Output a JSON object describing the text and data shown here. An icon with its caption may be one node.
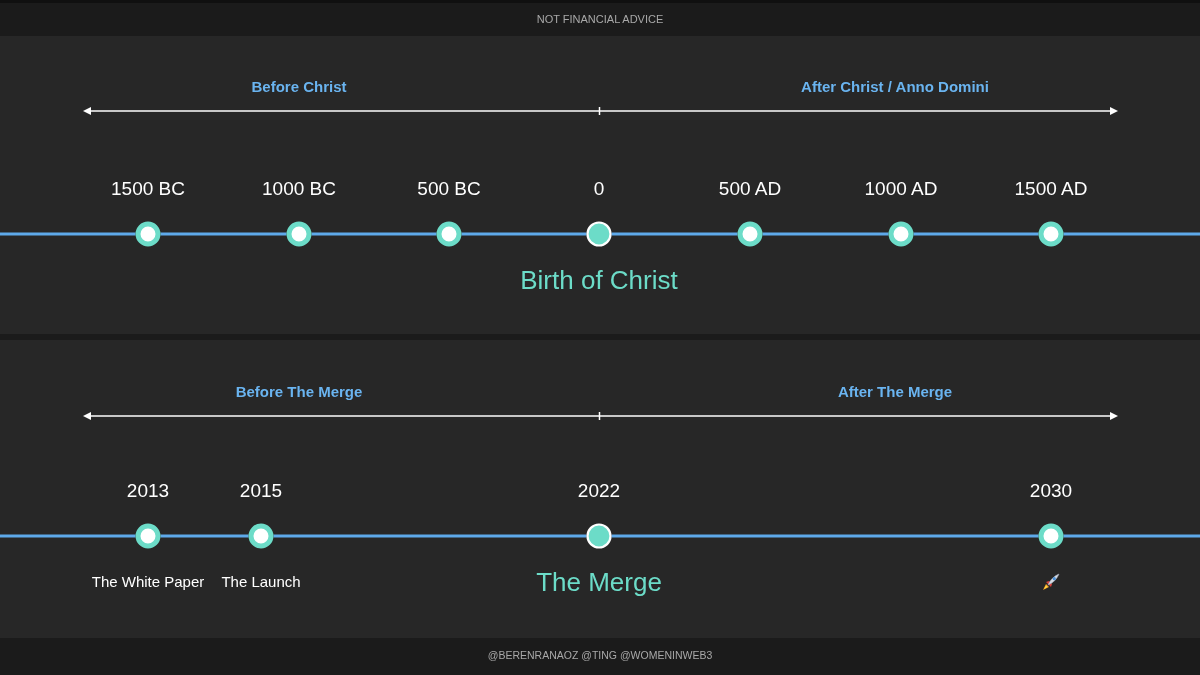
{
  "diagram": {
    "nodes": [
      {
        "text": [],
        "shape": "circle",
        "beside": [
          "1500 BC"
        ]
      },
      {
        "text": [],
        "shape": "circle",
        "beside": [
          "1000 BC"
        ]
      },
      {
        "text": [],
        "shape": "circle",
        "beside": [
          "500 BC"
        ]
      },
      {
        "text": [],
        "shape": "circle",
        "beside": [
          "0",
          "Birth of Christ"
        ]
      },
      {
        "text": [],
        "shape": "circle",
        "beside": [
          "500 AD"
        ]
      },
      {
        "text": [],
        "shape": "circle",
        "beside": [
          "1000 AD"
        ]
      },
      {
        "text": [],
        "shape": "circle",
        "beside": [
          "1500 AD"
        ]
      },
      {
        "text": [],
        "shape": "circle",
        "beside": [
          "2013",
          "The White Paper"
        ]
      },
      {
        "text": [],
        "shape": "circle",
        "beside": [
          "2015",
          "The Launch"
        ]
      },
      {
        "text": [],
        "shape": "circle",
        "beside": [
          "2022",
          "The Merge"
        ]
      },
      {
        "text": [],
        "shape": "circle",
        "beside": [
          "2030"
        ]
      }
    ],
    "edges": [
      {
        "from": null,
        "to": 0,
        "arrow": "none"
      },
      {
        "from": 0,
        "to": 1,
        "arrow": "none"
      },
      {
        "from": 1,
        "to": 2,
        "arrow": "none"
      },
      {
        "from": 2,
        "to": 3,
        "arrow": "none"
      },
      {
        "from": 3,
        "to": 4,
        "arrow": "none"
      },
      {
        "from": 4,
        "to": 5,
        "arrow": "none"
      },
      {
        "from": 5,
        "to": 6,
        "arrow": "none"
      },
      {
        "from": 6,
        "to": null,
        "arrow": "none"
      },
      {
        "from": null,
        "to": 7,
        "arrow": "none"
      },
      {
        "from": 7,
        "to": 8,
        "arrow": "none"
      },
      {
        "from": 8,
        "to": 9,
        "arrow": "none"
      },
      {
        "from": 9,
        "to": 10,
        "arrow": "none"
      },
      {
        "from": 10,
        "to": null,
        "arrow": "none"
      }
    ],
    "labels": [
      "NOT FINANCIAL ADVICE",
      "Before Christ",
      "After Christ / Anno Domini",
      "Before The Merge",
      "After The Merge",
      "@BERENRANAOZ @TING @WOMENINWEB3"
    ]
  }
}
